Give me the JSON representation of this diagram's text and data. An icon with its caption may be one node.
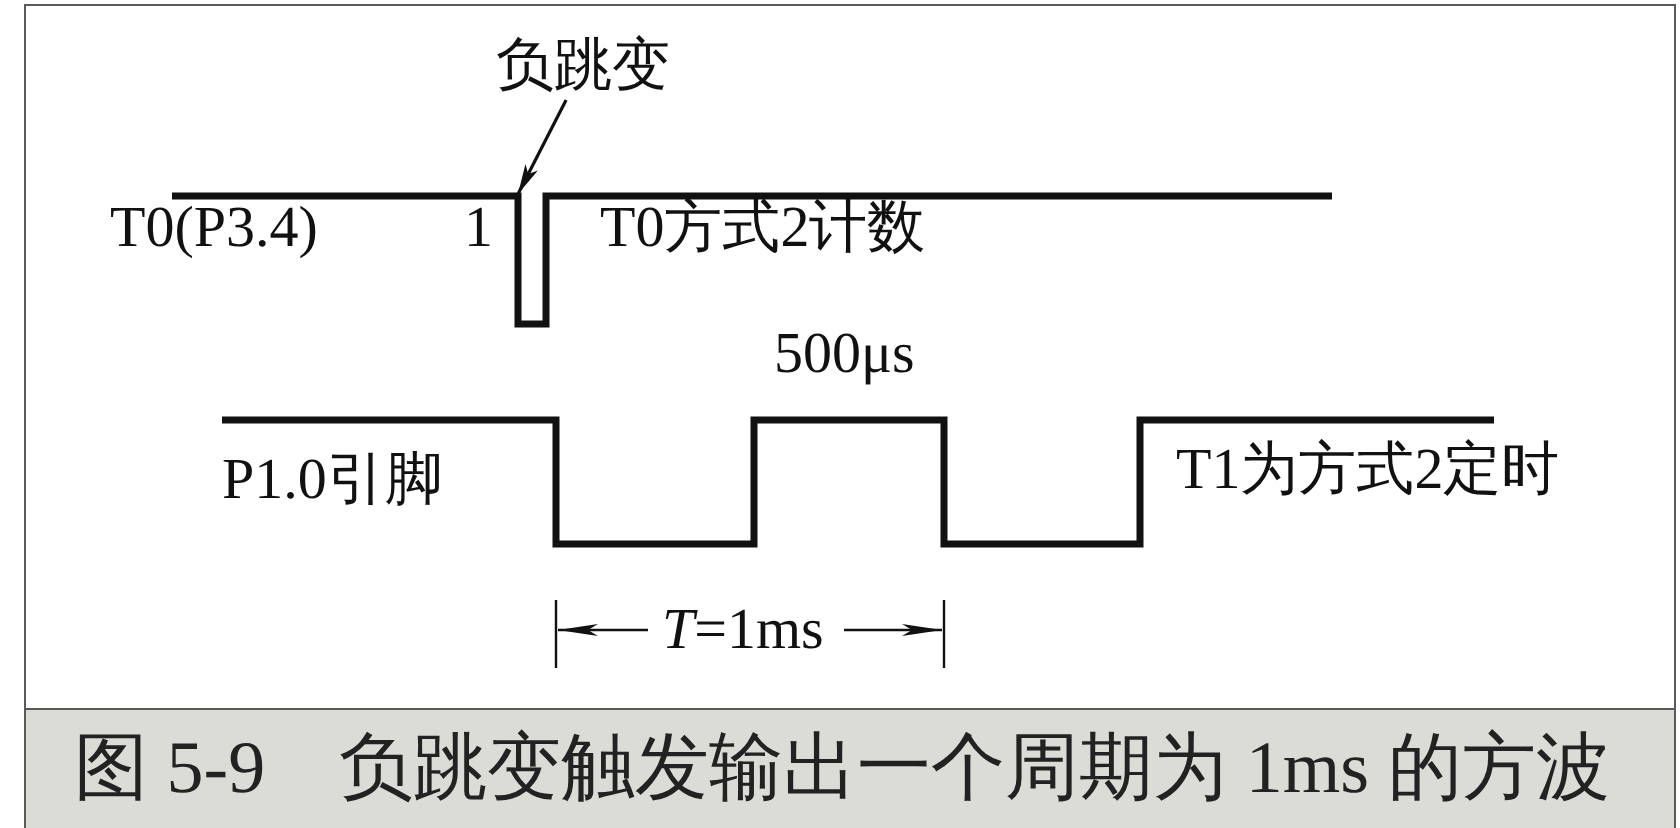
{
  "diagram": {
    "caption": "图 5-9　负跳变触发输出一个周期为 1ms 的方波",
    "nodes": [
      {
        "text": [
          "负跳变"
        ]
      },
      {
        "text": [],
        "shape": "waveform"
      }
    ],
    "edges": [
      {
        "from": 0,
        "to": 1,
        "arrow": "to"
      }
    ],
    "labels": [
      "T0(P3.4)",
      "1",
      "T0方式2计数",
      "500μs",
      "P1.0引脚",
      "T1为方式2定时",
      "*T*=1ms"
    ]
  }
}
